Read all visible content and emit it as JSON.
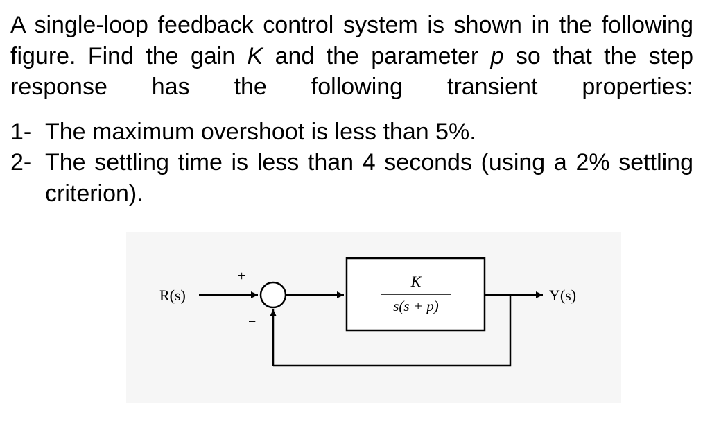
{
  "problem": {
    "intro_parts": [
      "A single-loop feedback control system is shown in the following figure. Find the gain ",
      "K",
      " and the parameter ",
      "p",
      " so that the step response has the following transient properties:"
    ],
    "items": [
      {
        "number": "1-",
        "text": "The maximum overshoot is less than 5%."
      },
      {
        "number": "2-",
        "text": "The settling time is less than 4 seconds (using a 2% settling criterion)."
      }
    ]
  },
  "diagram": {
    "input_label": "R(s)",
    "output_label": "Y(s)",
    "plus_sign": "+",
    "minus_sign": "−",
    "plant_numerator": "K",
    "plant_denominator": "s(s + p)"
  }
}
